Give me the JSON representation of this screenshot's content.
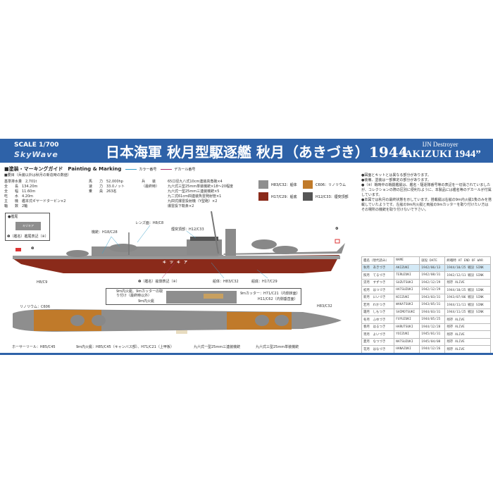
{
  "header": {
    "scale": "SCALE 1/700",
    "brand": "SkyWave",
    "title_jp": "日本海軍 秋月型駆逐艦 秋月（あきづき）1944",
    "subtitle_en": "IJN Destroyer",
    "title_en": "“AKIZUKI 1944”"
  },
  "section": {
    "title": "■塗装・マーキングガイド　Painting & Marking",
    "legend_color": "カラー番号",
    "legend_decal": "デカール番号",
    "color_line": "#3aa0c8",
    "decal_line": "#b0306a"
  },
  "specs": {
    "heading": "■要目（兵装以外は秋月の新造時の数値）",
    "col1": [
      "基準排水量　2,701t",
      "全　　長　134.20m",
      "全　　幅　11.60m",
      "吃　　水　4.20m",
      "主　　機　艦本式ギヤードタービン×2",
      "軸　　数　2軸"
    ],
    "col2": [
      "馬　　力　52,000hp",
      "速　　力　33.0ノット",
      "乗　　員　263名"
    ],
    "col3label": [
      "兵　　装",
      "（最終時）"
    ],
    "col3": [
      "65口径九八式10cm連装高角砲×4",
      "九六式三型25mm単装機銃×18～20程度",
      "九六式一型25mm三連装機銃×5",
      "九二式61cm四連装魚雷発射管×1",
      "九四式爆雷投射機（Y型砲）×2",
      "爆雷投下軌条×2"
    ]
  },
  "swatches": [
    {
      "label": "H83/C32：船体",
      "color": "#8e8e8e"
    },
    {
      "label": "C606：リノリウム",
      "color": "#c07a2a"
    },
    {
      "label": "H17/C29：船底",
      "color": "#8a2a1a"
    },
    {
      "label": "H12/C33：煙突頂部",
      "color": "#555555"
    }
  ],
  "notes": [
    "●図面とキットとは異なる部分があります。",
    "●装備、塗装は一部推定の部分があります。",
    "●（※）戦時中の戦闘艦艇は、艦名・駆逐隊番号等の表記を一切消されていましたが、コレクションの際の区別に便利なように、本製品には艦名等のデカールが付属しています。",
    "●本図では秋月の最終状態を示しています。搭載艇は右舷の9m内火艇1隻のみを搭載していたようです。左舷の9m内火艇と両舷の9mカッターを取り付けたい方はその場所の機銃を取り付けないで下さい。"
  ],
  "profile": {
    "stern_box_title": "●艦尾",
    "stern_text": "キヅキア",
    "stern_label": "❶（艦名）艦尾表記（※）",
    "hull_name": "キ　ツ　キ　ア",
    "labels": {
      "mg": "機銃：H18/C28",
      "lens": "レンズ面：H8/C8",
      "funnel": "煙突頂部：H12/C33",
      "prop": "H8/C9",
      "side_name": "❷（艦名）舷側表記（※）",
      "hull": "船体：H83/C32",
      "bottom": "船底：H17/C29",
      "flag3": "❸",
      "flag4": "❹"
    }
  },
  "plan": {
    "inset_title": "9m内火艇、9mカッターの取り付け（最終時以外）",
    "inset_boat": "9m内火艇",
    "inset_cutter": "9mカッター：H71/C21（内側床面）",
    "inset_cutter2": "H11/C62（内側垂直面）",
    "linoleum": "リノリウム：C606",
    "hull": "H83/C32",
    "hose": "ホーサーリール：H85/C45",
    "boat": "9m内火艇：H85/C45（キャンバス部）、H71/C21（上甲板）",
    "mg3": "九六式一型25mm三連装機銃",
    "mg1": "九六式三型25mm単装機銃"
  },
  "table": {
    "headers": [
      "艦名（現代読み）",
      "NAME",
      "就役 DATE",
      "終戦時 AT END OF WAR"
    ],
    "rows": [
      [
        "秋月　あきづき",
        "AKIZUKI",
        "1942/06/13",
        "1944/10/25 戦没 SINK"
      ],
      [
        "照月　てるづき",
        "TERUZUKI",
        "1942/08/31",
        "1942/12/11 戦没 SINK"
      ],
      [
        "涼月　すずつき",
        "SUZUTSUKI",
        "1942/12/29",
        "残存 ALIVE"
      ],
      [
        "初月　はつづき",
        "HATSUZUKI",
        "1942/12/29",
        "1944/10/25 戦没 SINK"
      ],
      [
        "新月　にいづき",
        "NIIZUKI",
        "1943/03/31",
        "1943/07/06 戦没 SINK"
      ],
      [
        "若月　わかつき",
        "WAKATSUKI",
        "1943/05/31",
        "1944/11/11 戦没 SINK"
      ],
      [
        "霜月　しもつき",
        "SHIMOTSUKI",
        "1944/03/31",
        "1944/11/25 戦没 SINK"
      ],
      [
        "冬月　ふゆづき",
        "FUYUZUKI",
        "1944/05/25",
        "残存 ALIVE"
      ],
      [
        "春月　はるつき",
        "HARUTSUKI",
        "1944/12/28",
        "残存 ALIVE"
      ],
      [
        "宵月　よいづき",
        "YOIZUKI",
        "1945/01/31",
        "残存 ALIVE"
      ],
      [
        "夏月　なつづき",
        "NATSUZUKI",
        "1945/04/08",
        "残存 ALIVE"
      ],
      [
        "花月　はなづき",
        "HANAZUKI",
        "1944/12/26",
        "残存 ALIVE"
      ]
    ]
  }
}
